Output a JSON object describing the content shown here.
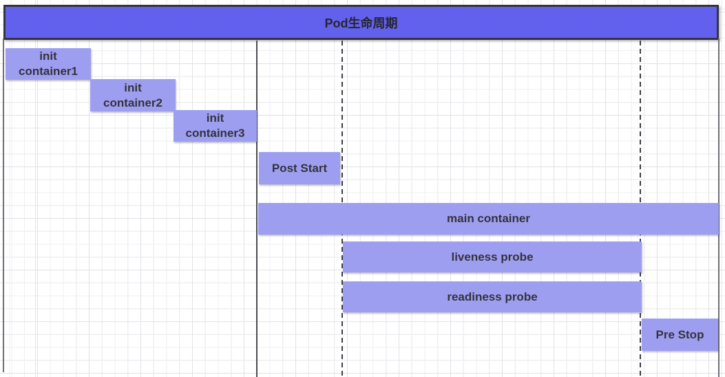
{
  "diagram": {
    "title": "Pod生命周期",
    "bars": {
      "init1": {
        "line1": "init",
        "line2": "container1"
      },
      "init2": {
        "line1": "init",
        "line2": "container2"
      },
      "init3": {
        "line1": "init",
        "line2": "container3"
      },
      "post_start": {
        "label": "Post Start"
      },
      "main_container": {
        "label": "main container"
      },
      "liveness": {
        "label": "liveness probe"
      },
      "readiness": {
        "label": "readiness probe"
      },
      "pre_stop": {
        "label": "Pre Stop"
      }
    },
    "colors": {
      "title_fill": "#6161ee",
      "title_border": "#34343e",
      "bar_fill": "#9e9ef1",
      "bar_text": "#33333b",
      "solid_line": "#4a4a52",
      "dashed_line": "#3c3c44",
      "frame_border": "#6e6e76",
      "grid_minor": "#efeff3",
      "grid_major": "#e2e2e8"
    }
  }
}
